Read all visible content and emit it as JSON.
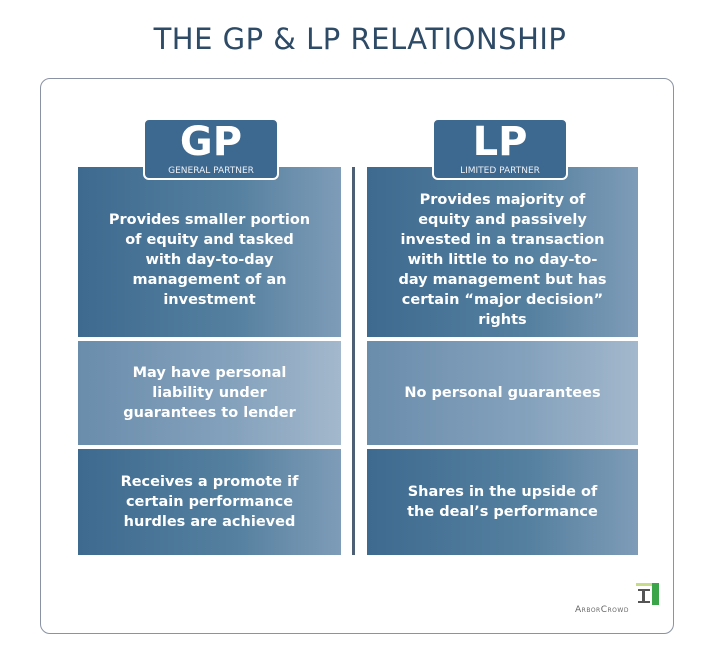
{
  "title": "THE GP & LP RELATIONSHIP",
  "gp": {
    "abbr": "GP",
    "name": "GENERAL PARTNER",
    "rows": [
      "Provides smaller portion of equity and tasked with day-to-day management of an investment",
      "May have personal liability under guarantees to lender",
      "Receives a promote if certain performance hurdles are achieved"
    ]
  },
  "lp": {
    "abbr": "LP",
    "name": "LIMITED PARTNER",
    "rows": [
      "Provides majority of equity and passively invested in a transaction with little to no day-to-day management but has certain “major decision” rights",
      "No personal guarantees",
      "Shares in the upside of the deal’s performance"
    ]
  },
  "logo": "ArborCrowd"
}
